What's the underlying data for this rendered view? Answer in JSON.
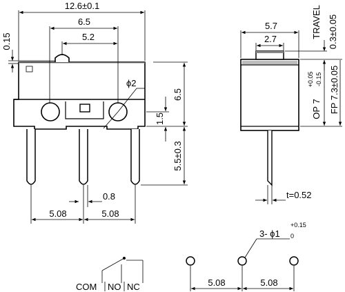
{
  "front_view": {
    "overall_width": "12.6±0.1",
    "span_6_5": "6.5",
    "span_5_2": "5.2",
    "offset_0_15": "0.15",
    "hole_dia": "ϕ2",
    "height_6_5": "6.5",
    "height_1_5": "1.5",
    "pin_length": "5.5±0.3",
    "gap_0_8": "0.8",
    "pitch_left": "5.08",
    "pitch_right": "5.08"
  },
  "side_view": {
    "width_5_7": "5.7",
    "width_2_7": "2.7",
    "travel_label": "TRAVEL",
    "travel_value": "0.3±0.05",
    "op_label": "OP 7",
    "op_tol_upper": "+0.05",
    "op_tol_lower": "-0.15",
    "fp_label": "FP 7.3±0.05",
    "thickness": "t=0.52"
  },
  "pcb_layout": {
    "holes_prefix": "3- ϕ1",
    "holes_tol_upper": "+0.15",
    "holes_tol_lower": "0",
    "pitch_left": "5.08",
    "pitch_right": "5.08"
  },
  "schematic": {
    "com": "COM",
    "no": "NO",
    "nc": "NC"
  }
}
